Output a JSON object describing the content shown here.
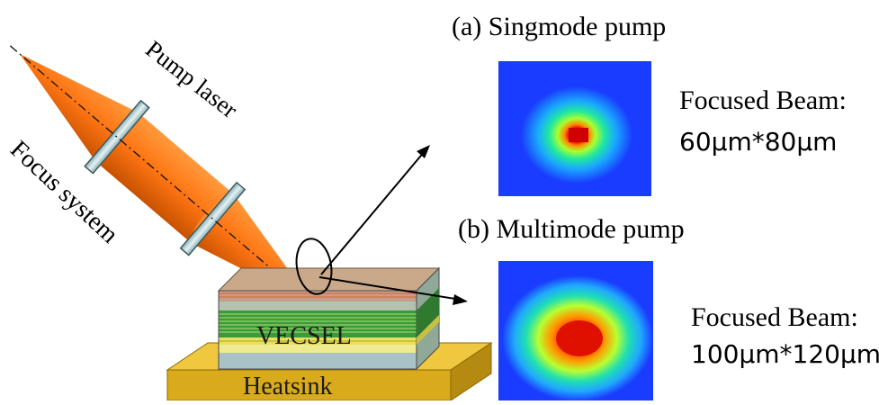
{
  "labels": {
    "pump_laser": "Pump laser",
    "focus_system": "Focus system",
    "vecsel": "VECSEL",
    "heatsink": "Heatsink"
  },
  "panels": [
    {
      "title": "(a) Singmode pump",
      "caption_line1": "Focused Beam:",
      "caption_line2": "60μm*80μm",
      "mode": "single"
    },
    {
      "title": "(b) Multimode pump",
      "caption_line1": "Focused Beam:",
      "caption_line2": "100μm*120μm",
      "mode": "multi"
    }
  ],
  "colors": {
    "beam": "#ff7a1a",
    "beam_dark": "#d95a00",
    "heatsink": "#d9aa1c",
    "heatmap_background": "#1a3cff",
    "heatmap_core": "#d00000"
  }
}
